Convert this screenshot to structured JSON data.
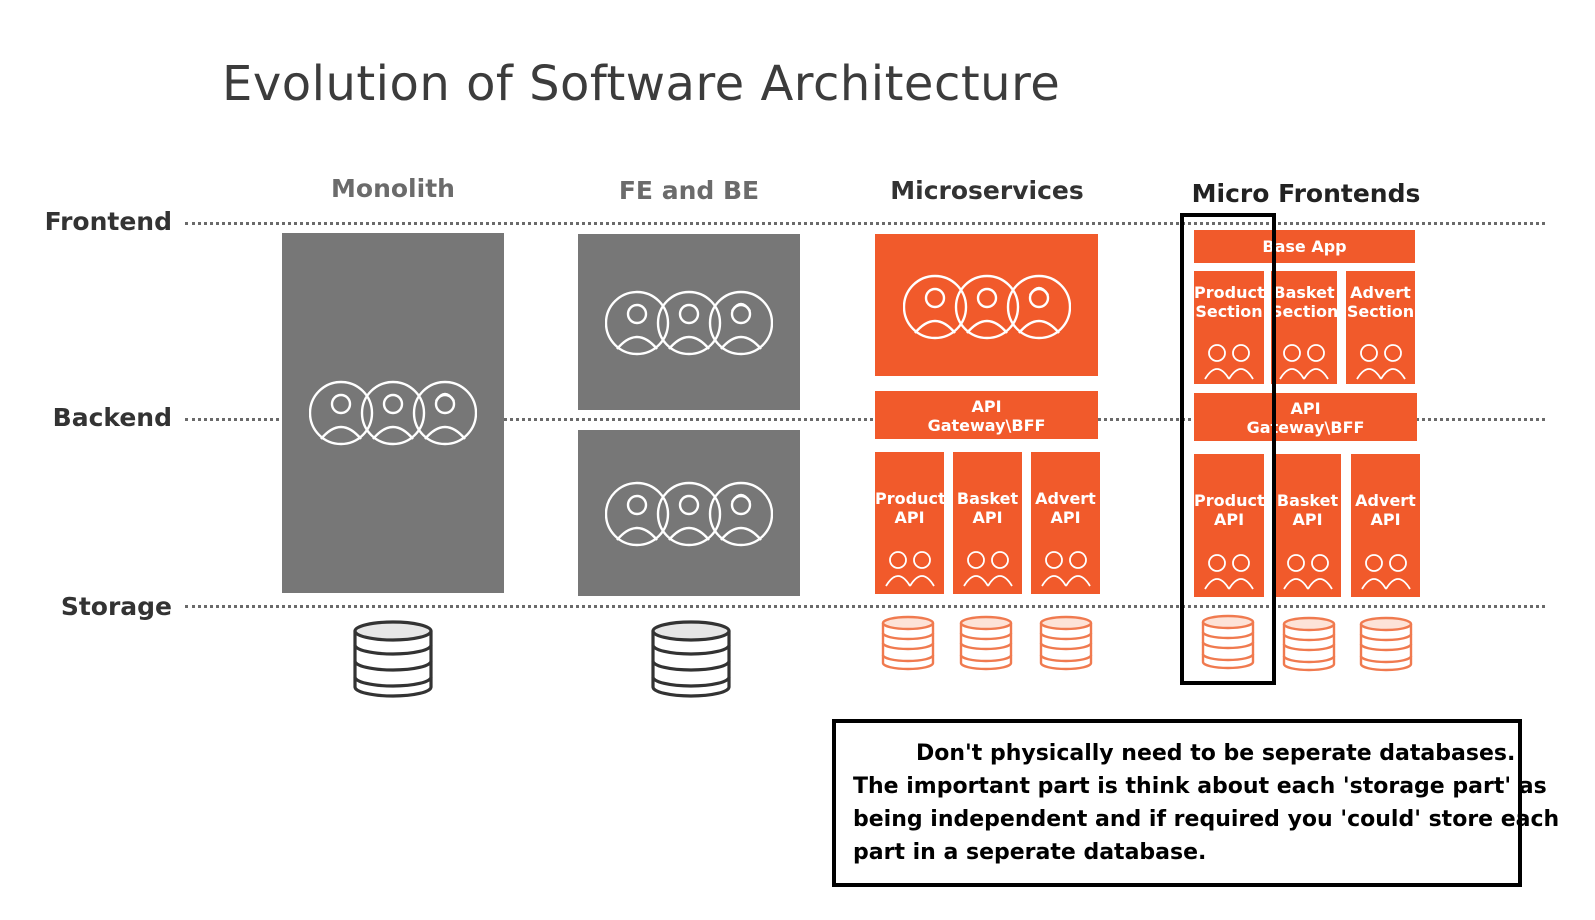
{
  "title": "Evolution of Software Architecture",
  "layers": {
    "frontend": "Frontend",
    "backend": "Backend",
    "storage": "Storage"
  },
  "columns": {
    "monolith": "Monolith",
    "fe_be": "FE and BE",
    "microservices": "Microservices",
    "micro_frontends": "Micro Frontends"
  },
  "microservices": {
    "gateway_line1": "API",
    "gateway_line2": "Gateway\\BFF",
    "services": [
      {
        "line1": "Product",
        "line2": "API"
      },
      {
        "line1": "Basket",
        "line2": "API"
      },
      {
        "line1": "Advert",
        "line2": "API"
      }
    ]
  },
  "micro_frontends": {
    "base_app": "Base App",
    "sections": [
      {
        "line1": "Product",
        "line2": "Section"
      },
      {
        "line1": "Basket",
        "line2": "Section"
      },
      {
        "line1": "Advert",
        "line2": "Section"
      }
    ],
    "gateway_line1": "API",
    "gateway_line2": "Gateway\\BFF",
    "services": [
      {
        "line1": "Product",
        "line2": "API"
      },
      {
        "line1": "Basket",
        "line2": "API"
      },
      {
        "line1": "Advert",
        "line2": "API"
      }
    ]
  },
  "note": {
    "line1": "Don't physically need to be seperate databases.",
    "line2": "The important part is think about each 'storage part' as",
    "line3": "being independent and if required you 'could' store each",
    "line4": "part in a seperate database."
  },
  "colors": {
    "accent": "#f15a2b",
    "grey_block": "#777777",
    "highlight_border": "#000000"
  },
  "icons": [
    "team-icon",
    "database-icon"
  ]
}
